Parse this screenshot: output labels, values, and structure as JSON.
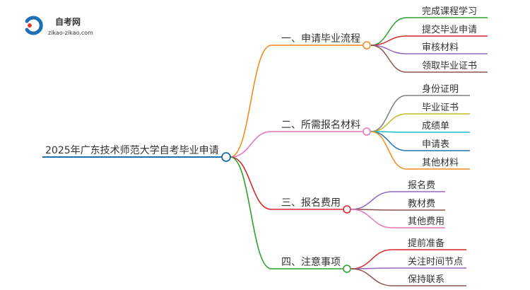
{
  "logo": {
    "brand": "自考网",
    "domain": "zikao-zikao.com",
    "color": "#1f6fb5"
  },
  "mindmap": {
    "root": {
      "label": "2025年广东技术师范大学自考毕业申请",
      "underline_color": "#1f6fa8",
      "node_color": "#1f6fa8"
    },
    "branches": [
      {
        "label": "一、申请毕业流程",
        "color": "#f08c1e",
        "children": [
          {
            "label": "完成课程学习",
            "color": "#2ca02c"
          },
          {
            "label": "提交毕业申请",
            "color": "#d62728"
          },
          {
            "label": "审核材料",
            "color": "#9467bd"
          },
          {
            "label": "领取毕业证书",
            "color": "#8c564b"
          }
        ]
      },
      {
        "label": "二、所需报名材料",
        "color": "#e377c2",
        "children": [
          {
            "label": "身份证明",
            "color": "#7f7f7f"
          },
          {
            "label": "毕业证书",
            "color": "#bcbd22"
          },
          {
            "label": "成绩单",
            "color": "#17becf"
          },
          {
            "label": "申请表",
            "color": "#1f77b4"
          },
          {
            "label": "其他材料",
            "color": "#f08c1e"
          }
        ]
      },
      {
        "label": "三、报名费用",
        "color": "#d62728",
        "children": [
          {
            "label": "报名费",
            "color": "#9467bd"
          },
          {
            "label": "教材费",
            "color": "#8c564b"
          },
          {
            "label": "其他费用",
            "color": "#e377c2"
          }
        ]
      },
      {
        "label": "四、注意事项",
        "color": "#2ca02c",
        "children": [
          {
            "label": "提前准备",
            "color": "#d62728"
          },
          {
            "label": "关注时间节点",
            "color": "#9467bd"
          },
          {
            "label": "保持联系",
            "color": "#8c564b"
          }
        ]
      }
    ]
  }
}
